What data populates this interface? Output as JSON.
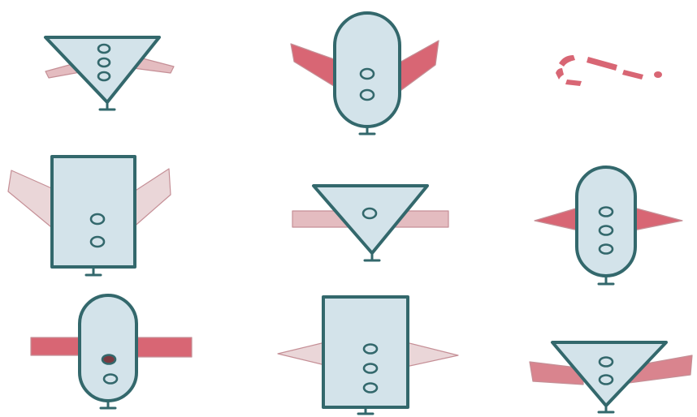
{
  "figure": {
    "colors": {
      "body_fill": "#d3e3ea",
      "body_outline": "#33686c",
      "wing_red": "#d86674",
      "wing_pink": "#e4bcc0",
      "wing_light": "#ead6d8"
    },
    "figures": [
      {
        "id": "r1c1",
        "shape": "inverted-triangle",
        "wings": "thin-down",
        "wing_color": "pink",
        "holes": 3
      },
      {
        "id": "r1c2",
        "shape": "capsule",
        "wings": "raised",
        "wing_color": "red",
        "holes": 2
      },
      {
        "id": "r1c3",
        "shape": "missing",
        "wings": "none",
        "wing_color": "red",
        "holes": 0
      },
      {
        "id": "r2c1",
        "shape": "rectangle",
        "wings": "raised",
        "wing_color": "light",
        "holes": 2
      },
      {
        "id": "r2c2",
        "shape": "inverted-triangle",
        "wings": "horizontal-bar",
        "wing_color": "pink",
        "holes": 1
      },
      {
        "id": "r2c3",
        "shape": "capsule",
        "wings": "pointed",
        "wing_color": "red",
        "holes": 3
      },
      {
        "id": "r3c1",
        "shape": "capsule",
        "wings": "horizontal-bar",
        "wing_color": "red",
        "holes": 2
      },
      {
        "id": "r3c2",
        "shape": "rectangle",
        "wings": "pointed",
        "wing_color": "light",
        "holes": 3
      },
      {
        "id": "r3c3",
        "shape": "inverted-triangle",
        "wings": "drooping",
        "wing_color": "pink",
        "holes": 2
      }
    ]
  }
}
